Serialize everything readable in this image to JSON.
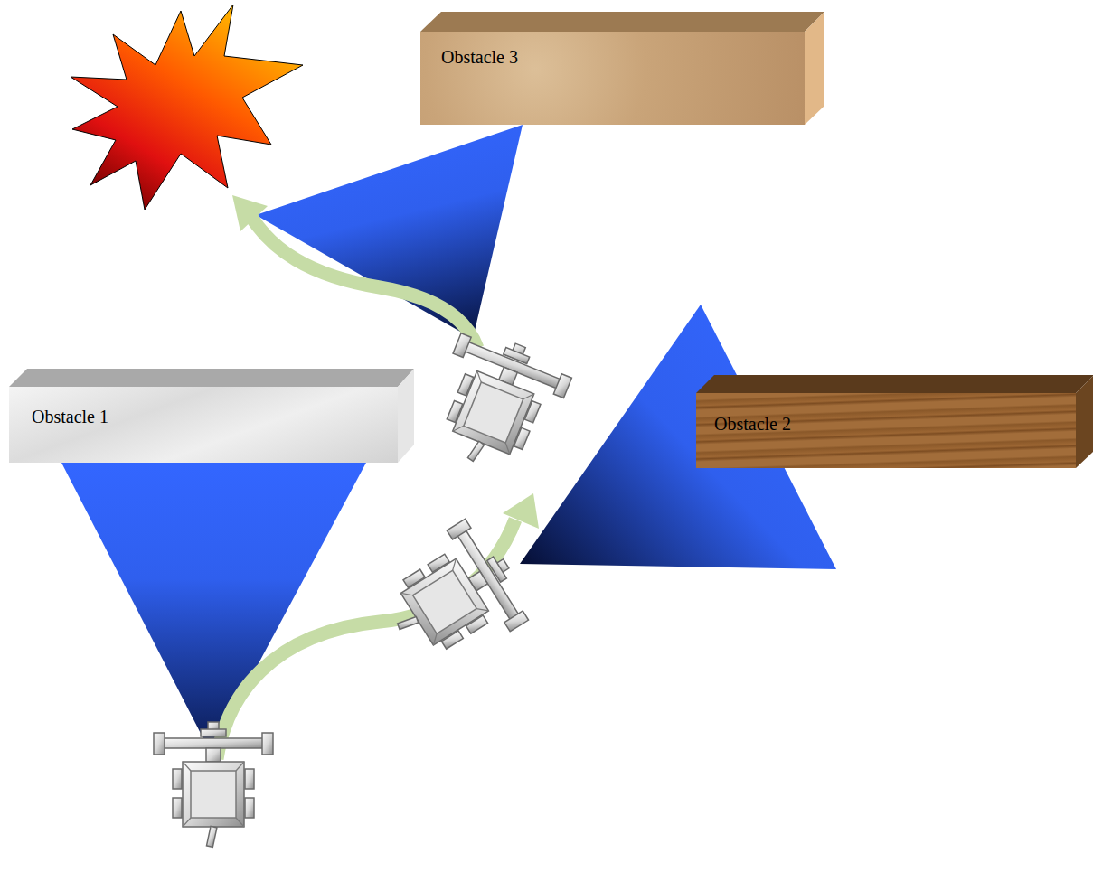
{
  "diagram": {
    "nodes": [
      {
        "text": [
          "Obstacle 3"
        ]
      },
      {
        "text": [
          "Obstacle 1"
        ]
      },
      {
        "text": [
          "Obstacle 2"
        ]
      }
    ]
  }
}
